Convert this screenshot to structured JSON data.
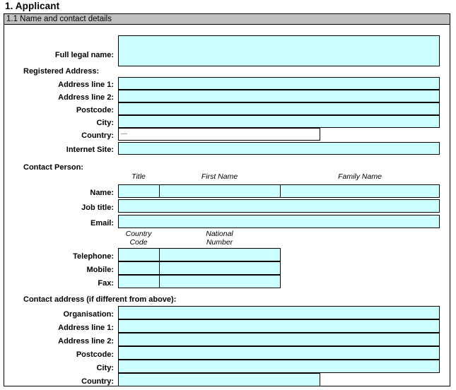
{
  "document": {
    "title": "1. Applicant"
  },
  "section": {
    "header": "1.1 Name and contact details",
    "full_legal_name_label": "Full legal name:",
    "registered_address_label": "Registered Address:",
    "contact_person_label": "Contact Person:",
    "contact_address_label": "Contact address (if different from above):"
  },
  "registered_address": {
    "labels": {
      "address_line_1": "Address line 1:",
      "address_line_2": "Address line 2:",
      "postcode": "Postcode:",
      "city": "City:",
      "country": "Country:",
      "internet_site": "Internet Site:"
    },
    "values": {
      "address_line_1": "",
      "address_line_2": "",
      "postcode": "",
      "city": "",
      "country": "---",
      "internet_site": ""
    }
  },
  "contact_person": {
    "name_columns": {
      "title": "Title",
      "first_name": "First Name",
      "family_name": "Family Name"
    },
    "labels": {
      "name": "Name:",
      "job_title": "Job title:",
      "email": "Email:"
    },
    "values": {
      "title": "",
      "first_name": "",
      "family_name": "",
      "job_title": "",
      "email": ""
    },
    "phone_columns": {
      "country_code": "Country\nCode",
      "national_number": "National\nNumber"
    },
    "phone_labels": {
      "telephone": "Telephone:",
      "mobile": "Mobile:",
      "fax": "Fax:"
    },
    "phone_values": {
      "telephone_country_code": "",
      "telephone_national_number": "",
      "mobile_country_code": "",
      "mobile_national_number": "",
      "fax_country_code": "",
      "fax_national_number": ""
    }
  },
  "contact_address": {
    "labels": {
      "organisation": "Organisation:",
      "address_line_1": "Address line 1:",
      "address_line_2": "Address line 2:",
      "postcode": "Postcode:",
      "city": "City:",
      "country": "Country:"
    },
    "values": {
      "organisation": "",
      "address_line_1": "",
      "address_line_2": "",
      "postcode": "",
      "city": "",
      "country": ""
    }
  },
  "full_legal_name": {
    "value": ""
  },
  "colors": {
    "field_fill": "#ccffff",
    "section_header_bg": "#c0c0c0",
    "border": "#000000"
  }
}
